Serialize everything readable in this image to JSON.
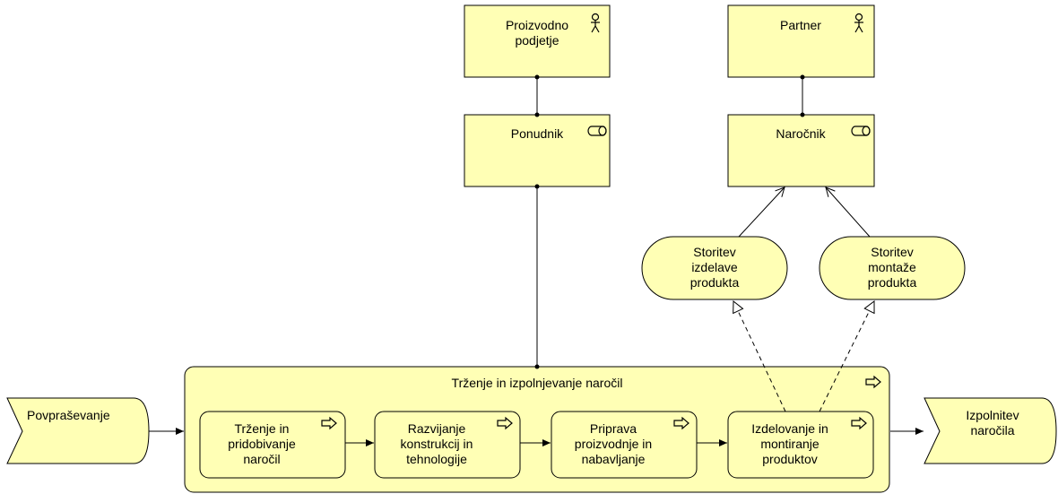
{
  "colors": {
    "fill": "#ffffb5",
    "stroke": "#000000"
  },
  "actors": [
    {
      "label": "Proizvodno\npodjetje",
      "icon": "actor-icon"
    },
    {
      "label": "Partner",
      "icon": "actor-icon"
    }
  ],
  "roles": [
    {
      "label": "Ponudnik",
      "icon": "role-icon"
    },
    {
      "label": "Naročnik",
      "icon": "role-icon"
    }
  ],
  "services": [
    {
      "label": "Storitev\nizdelave\nprodukta"
    },
    {
      "label": "Storitev\nmontaže\nprodukta"
    }
  ],
  "main_process": {
    "label": "Trženje in izpolnjevanje naročil",
    "icon": "process-arrow-icon"
  },
  "sub_processes": [
    {
      "label": "Trženje in\npridobivanje\nnaročil",
      "icon": "process-arrow-icon"
    },
    {
      "label": "Razvijanje\nkonstrukcij in\ntehnologije",
      "icon": "process-arrow-icon"
    },
    {
      "label": "Priprava\nproizvodnje in\nnabavljanje",
      "icon": "process-arrow-icon"
    },
    {
      "label": "Izdelovanje in\nmontiranje\nproduktov",
      "icon": "process-arrow-icon"
    }
  ],
  "events": [
    {
      "label": "Povpraševanje"
    },
    {
      "label": "Izpolnitev\nnaročila"
    }
  ]
}
